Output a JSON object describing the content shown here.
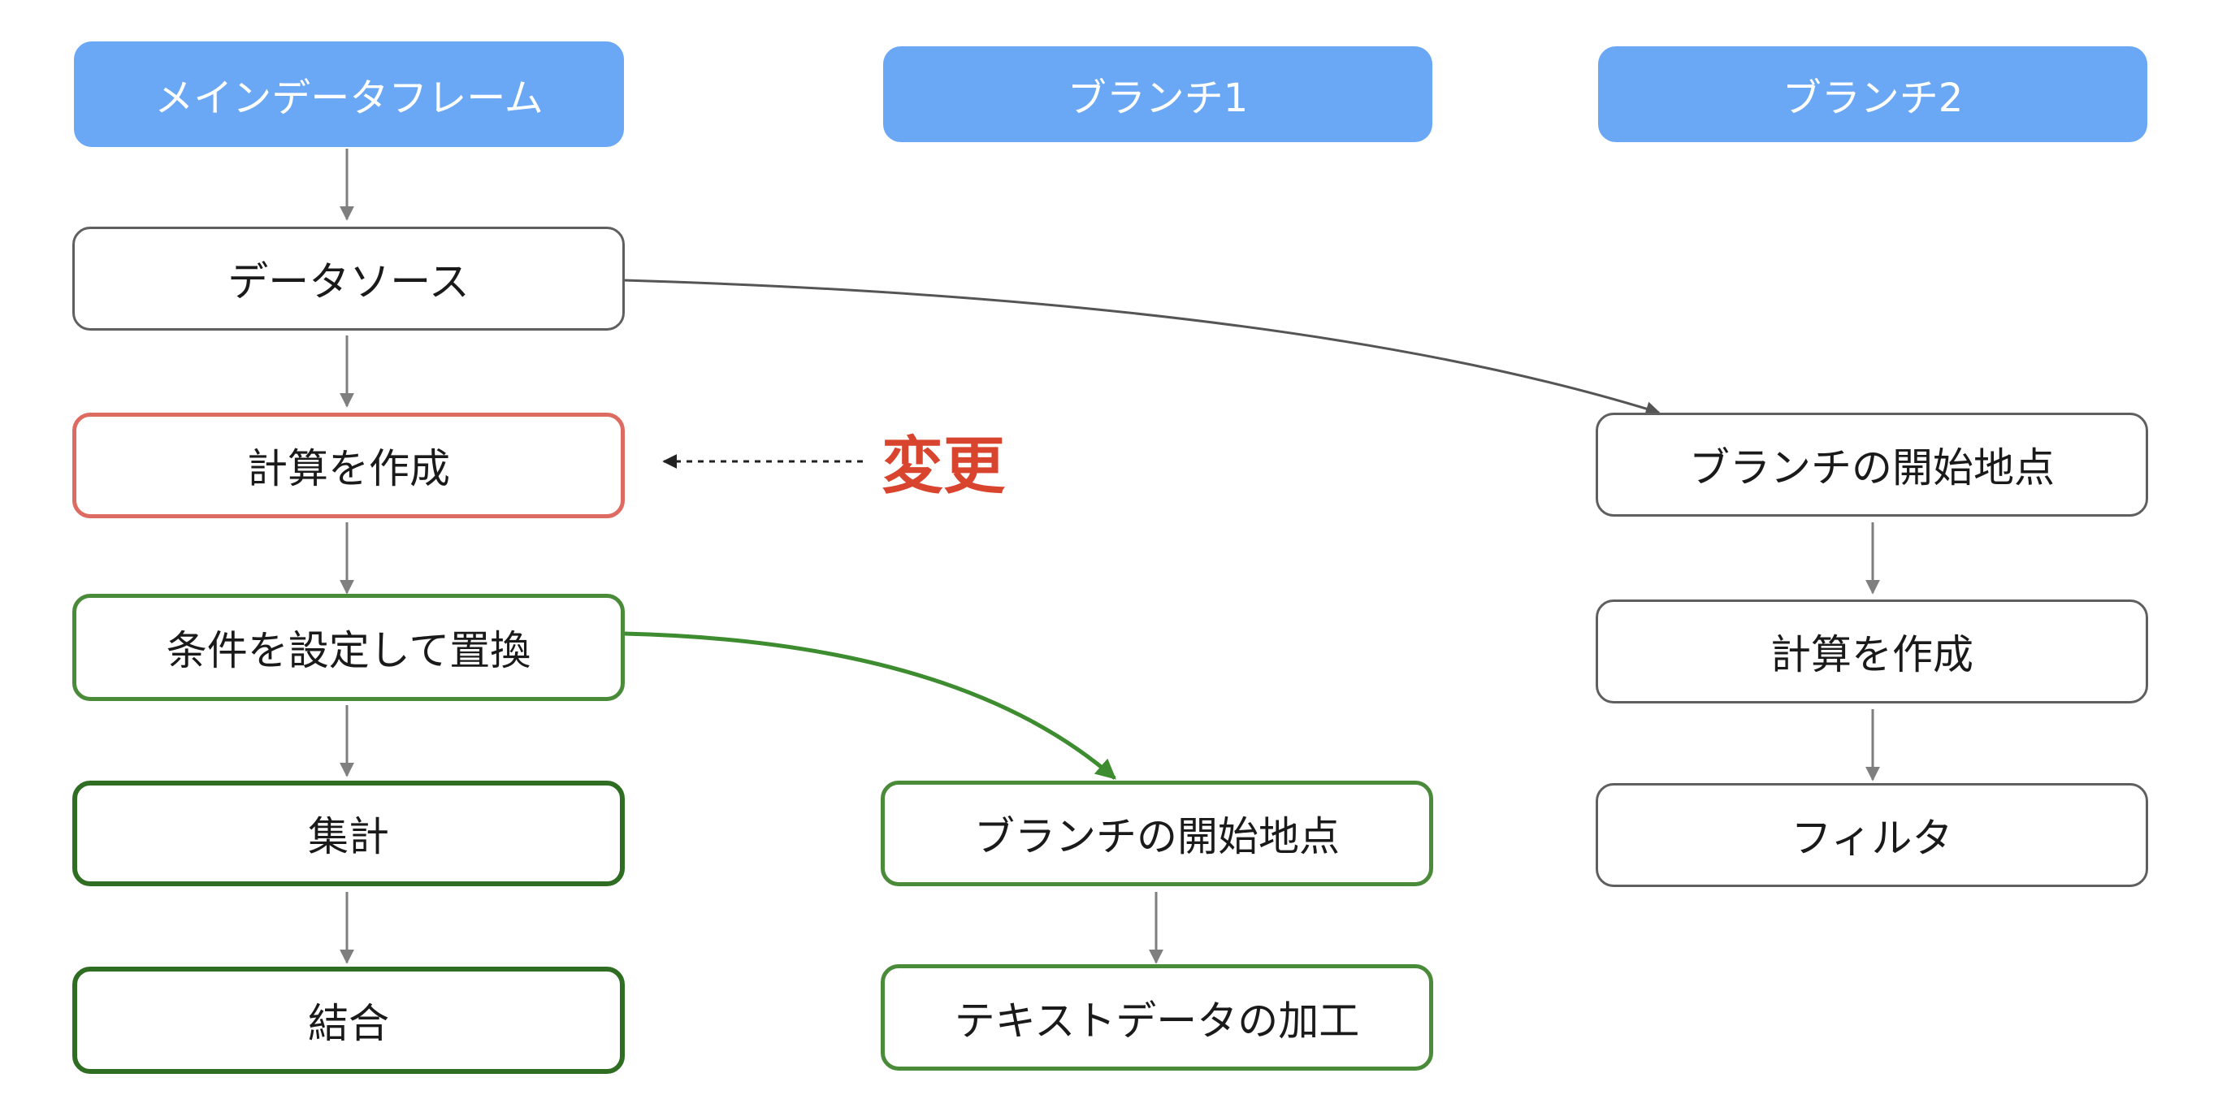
{
  "columns": {
    "main": "メインデータフレーム",
    "branch1": "ブランチ1",
    "branch2": "ブランチ2"
  },
  "main_steps": {
    "data_source": "データソース",
    "create_calc": "計算を作成",
    "replace": "条件を設定して置換",
    "aggregate": "集計",
    "join": "結合"
  },
  "branch1_steps": {
    "start": "ブランチの開始地点",
    "text_process": "テキストデータの加工"
  },
  "branch2_steps": {
    "start": "ブランチの開始地点",
    "create_calc": "計算を作成",
    "filter": "フィルタ"
  },
  "annotation": {
    "change_label": "変更"
  },
  "colors": {
    "header": "#6aa7f4",
    "changed": "#de6b61",
    "affected": "#4a8b3a",
    "annotation": "#d9442e"
  }
}
